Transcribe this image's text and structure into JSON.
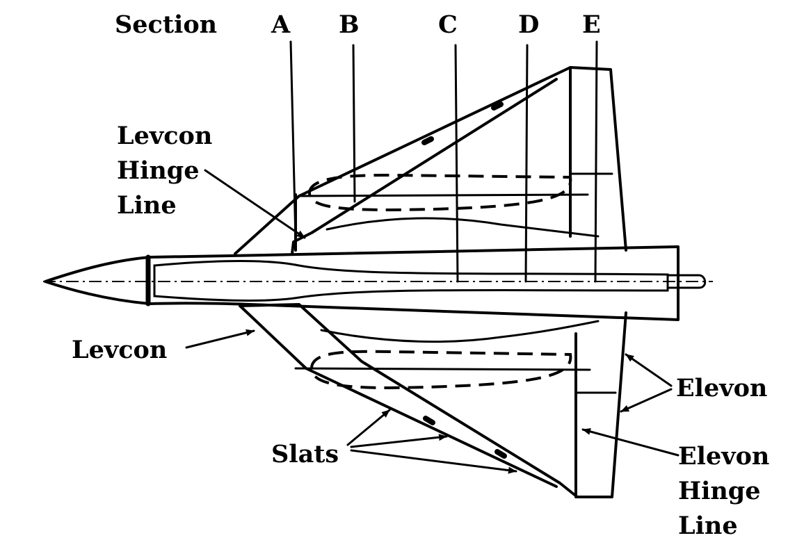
{
  "labels": {
    "section": "Section",
    "sec_a": "A",
    "sec_b": "B",
    "sec_c": "C",
    "sec_d": "D",
    "sec_e": "E",
    "levcon_hinge_1": "Levcon",
    "levcon_hinge_2": "Hinge",
    "levcon_hinge_3": "Line",
    "levcon": "Levcon",
    "slats": "Slats",
    "elevon": "Elevon",
    "elevon_hinge_1": "Elevon",
    "elevon_hinge_2": "Hinge",
    "elevon_hinge_3": "Line"
  }
}
